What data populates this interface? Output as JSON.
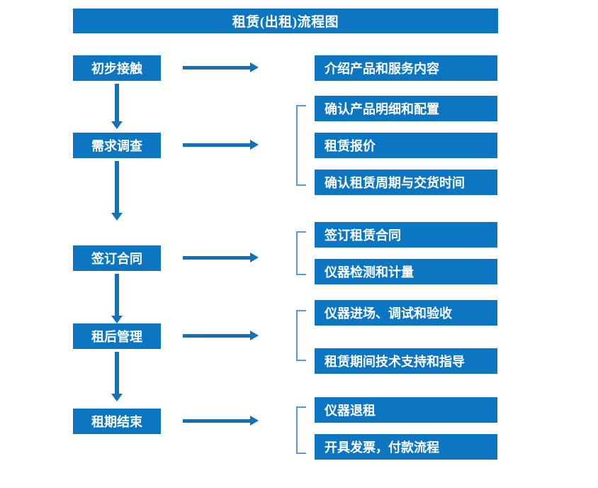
{
  "diagram": {
    "title": "租赁(出租)流程图",
    "theme": {
      "box_fill": "#0d76c2",
      "box_text": "#ffffff",
      "arrow": "#1272b8",
      "bracket": "#5b9bd5",
      "background": "#ffffff"
    },
    "stages": [
      {
        "label": "初步接触",
        "details": [
          "介绍产品和服务内容"
        ]
      },
      {
        "label": "需求调查",
        "details": [
          "确认产品明细和配置",
          "租赁报价",
          "确认租赁周期与交货时间"
        ]
      },
      {
        "label": "签订合同",
        "details": [
          "签订租赁合同",
          "仪器检测和计量"
        ]
      },
      {
        "label": "租后管理",
        "details": [
          "仪器进场、调试和验收",
          "租赁期间技术支持和指导"
        ]
      },
      {
        "label": "租期结束",
        "details": [
          "仪器退租",
          "开具发票，付款流程"
        ]
      }
    ]
  }
}
